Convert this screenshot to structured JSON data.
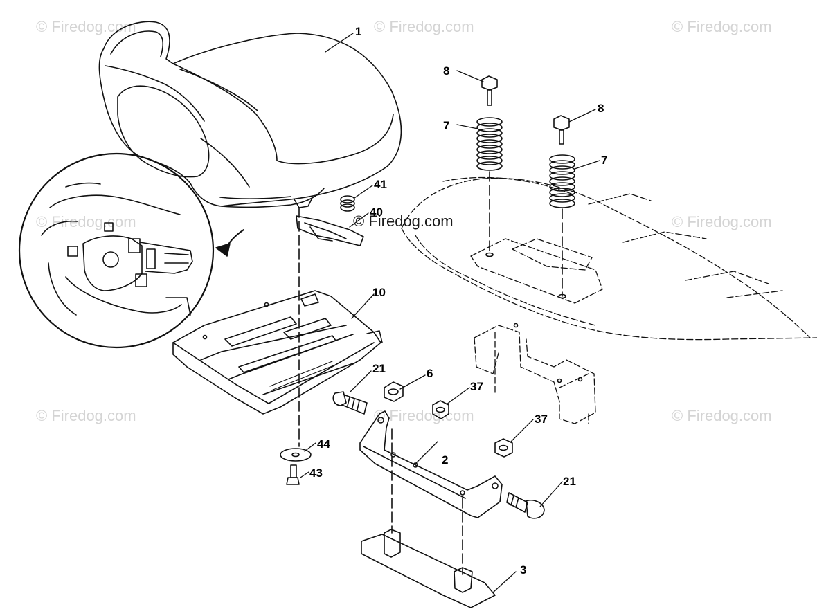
{
  "watermark": {
    "text": "© Firedog.com",
    "center_text": "© Firedog.com",
    "color": "#d4d4d4"
  },
  "parts": [
    {
      "id": "1",
      "label": "1"
    },
    {
      "id": "2",
      "label": "2"
    },
    {
      "id": "3",
      "label": "3"
    },
    {
      "id": "6",
      "label": "6"
    },
    {
      "id": "7a",
      "label": "7"
    },
    {
      "id": "7b",
      "label": "7"
    },
    {
      "id": "8a",
      "label": "8"
    },
    {
      "id": "8b",
      "label": "8"
    },
    {
      "id": "10",
      "label": "10"
    },
    {
      "id": "21a",
      "label": "21"
    },
    {
      "id": "21b",
      "label": "21"
    },
    {
      "id": "37a",
      "label": "37"
    },
    {
      "id": "37b",
      "label": "37"
    },
    {
      "id": "40",
      "label": "40"
    },
    {
      "id": "41",
      "label": "41"
    },
    {
      "id": "43",
      "label": "43"
    },
    {
      "id": "44",
      "label": "44"
    }
  ],
  "colors": {
    "line": "#111111",
    "background": "#ffffff"
  }
}
